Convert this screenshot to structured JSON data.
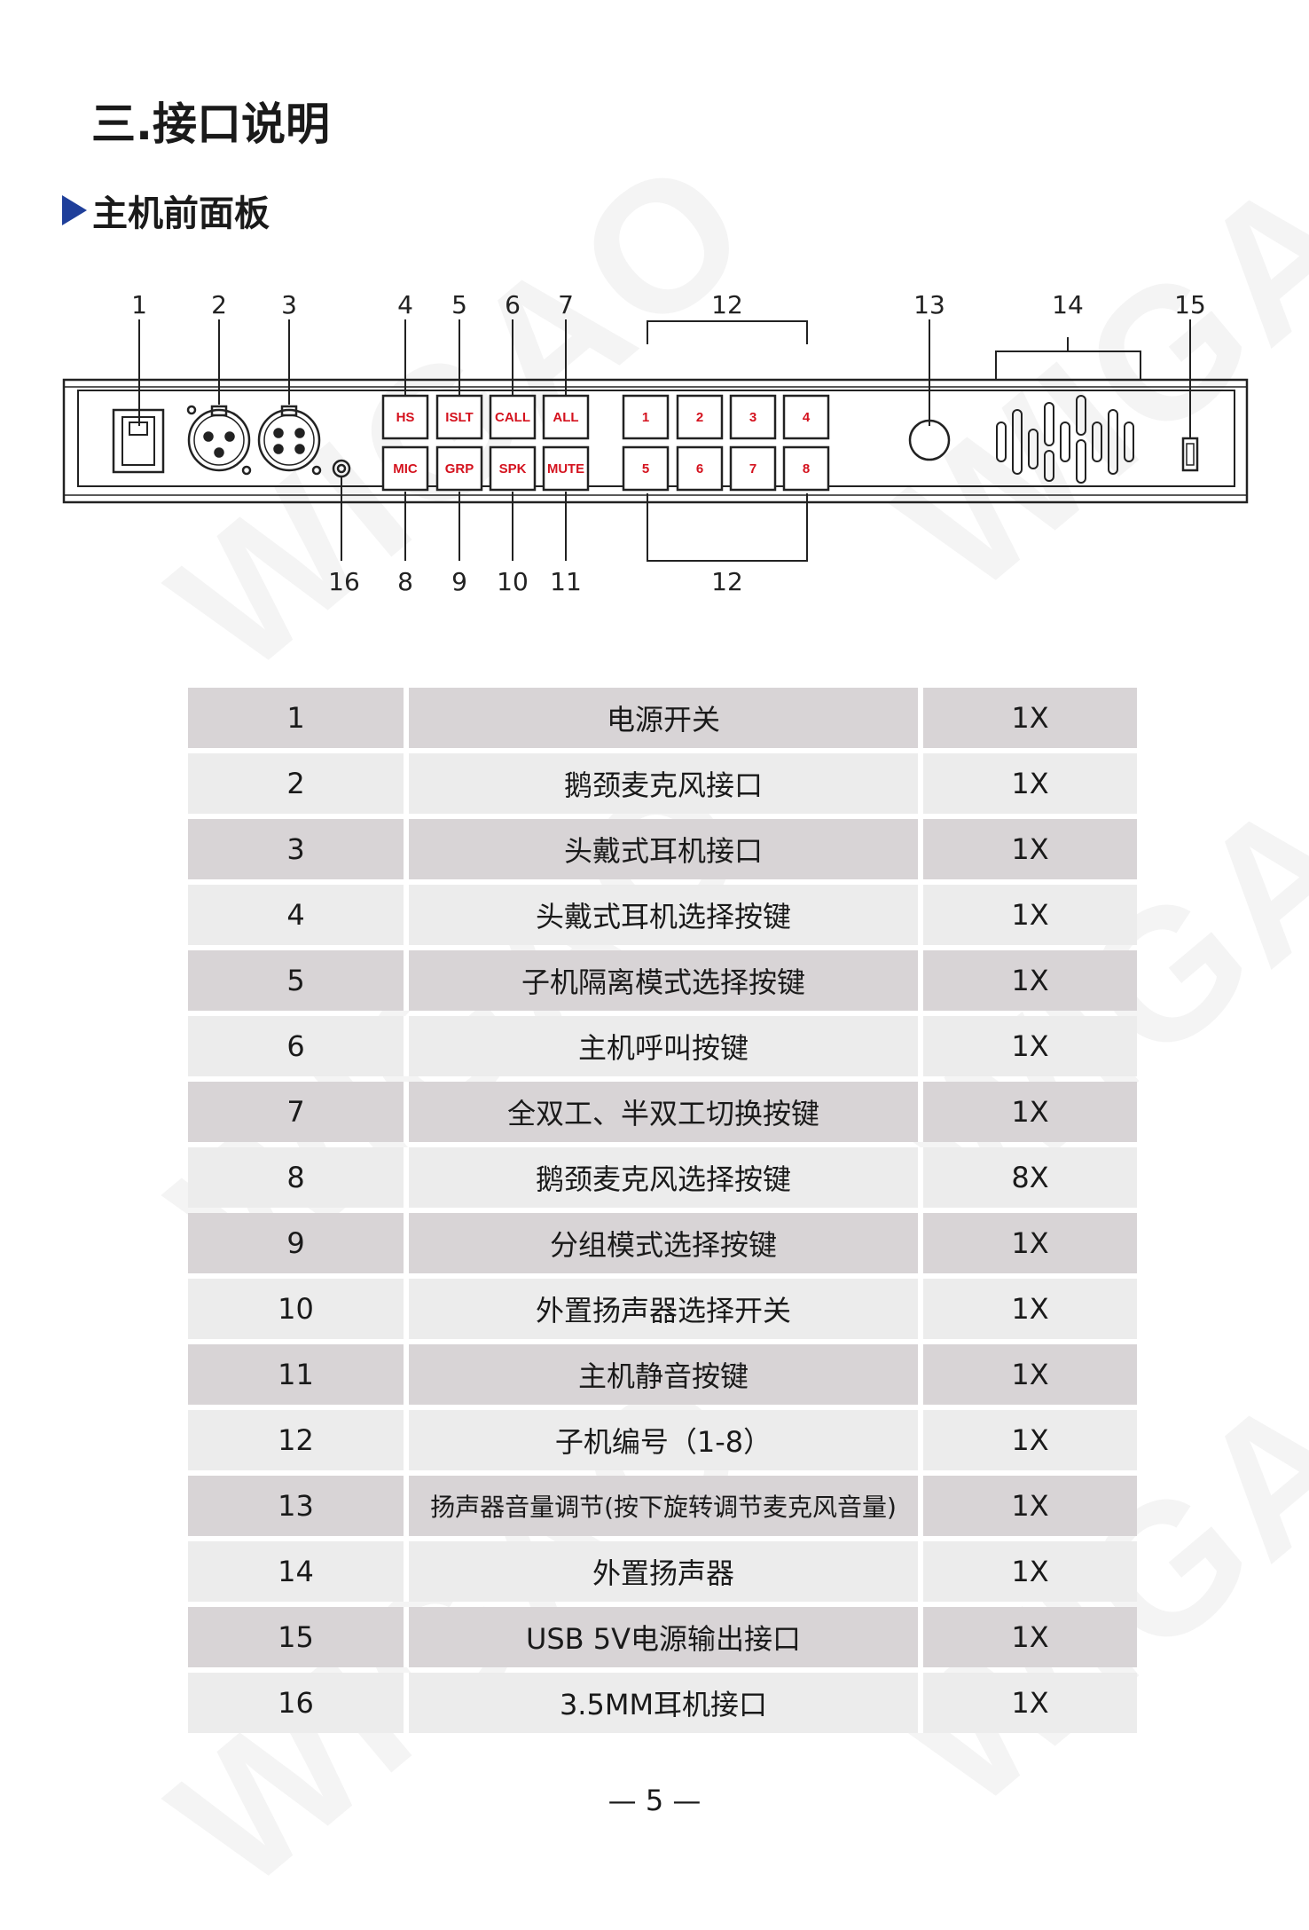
{
  "watermark": "WIGAO",
  "section_title": "三.接口说明",
  "subsection_title": "主机前面板",
  "panel": {
    "top_labels": [
      "1",
      "2",
      "3",
      "4",
      "5",
      "6",
      "7",
      "12",
      "13",
      "14",
      "15"
    ],
    "bottom_labels": [
      "16",
      "8",
      "9",
      "10",
      "11",
      "12"
    ],
    "buttons_top": [
      "HS",
      "ISLT",
      "CALL",
      "ALL"
    ],
    "buttons_bottom": [
      "MIC",
      "GRP",
      "SPK",
      "MUTE"
    ],
    "numbers_top": [
      "1",
      "2",
      "3",
      "4"
    ],
    "numbers_bottom": [
      "5",
      "6",
      "7",
      "8"
    ]
  },
  "table": [
    {
      "no": "1",
      "name": "电源开关",
      "qty": "1X"
    },
    {
      "no": "2",
      "name": "鹅颈麦克风接口",
      "qty": "1X"
    },
    {
      "no": "3",
      "name": "头戴式耳机接口",
      "qty": "1X"
    },
    {
      "no": "4",
      "name": "头戴式耳机选择按键",
      "qty": "1X"
    },
    {
      "no": "5",
      "name": "子机隔离模式选择按键",
      "qty": "1X"
    },
    {
      "no": "6",
      "name": "主机呼叫按键",
      "qty": "1X"
    },
    {
      "no": "7",
      "name": "全双工、半双工切换按键",
      "qty": "1X"
    },
    {
      "no": "8",
      "name": "鹅颈麦克风选择按键",
      "qty": "8X"
    },
    {
      "no": "9",
      "name": "分组模式选择按键",
      "qty": "1X"
    },
    {
      "no": "10",
      "name": "外置扬声器选择开关",
      "qty": "1X"
    },
    {
      "no": "11",
      "name": "主机静音按键",
      "qty": "1X"
    },
    {
      "no": "12",
      "name": "子机编号（1-8）",
      "qty": "1X"
    },
    {
      "no": "13",
      "name": "扬声器音量调节(按下旋转调节麦克风音量)",
      "qty": "1X"
    },
    {
      "no": "14",
      "name": "外置扬声器",
      "qty": "1X"
    },
    {
      "no": "15",
      "name": "USB 5V电源输出接口",
      "qty": "1X"
    },
    {
      "no": "16",
      "name": "3.5MM耳机接口",
      "qty": "1X"
    }
  ],
  "page_number": "— 5 —"
}
